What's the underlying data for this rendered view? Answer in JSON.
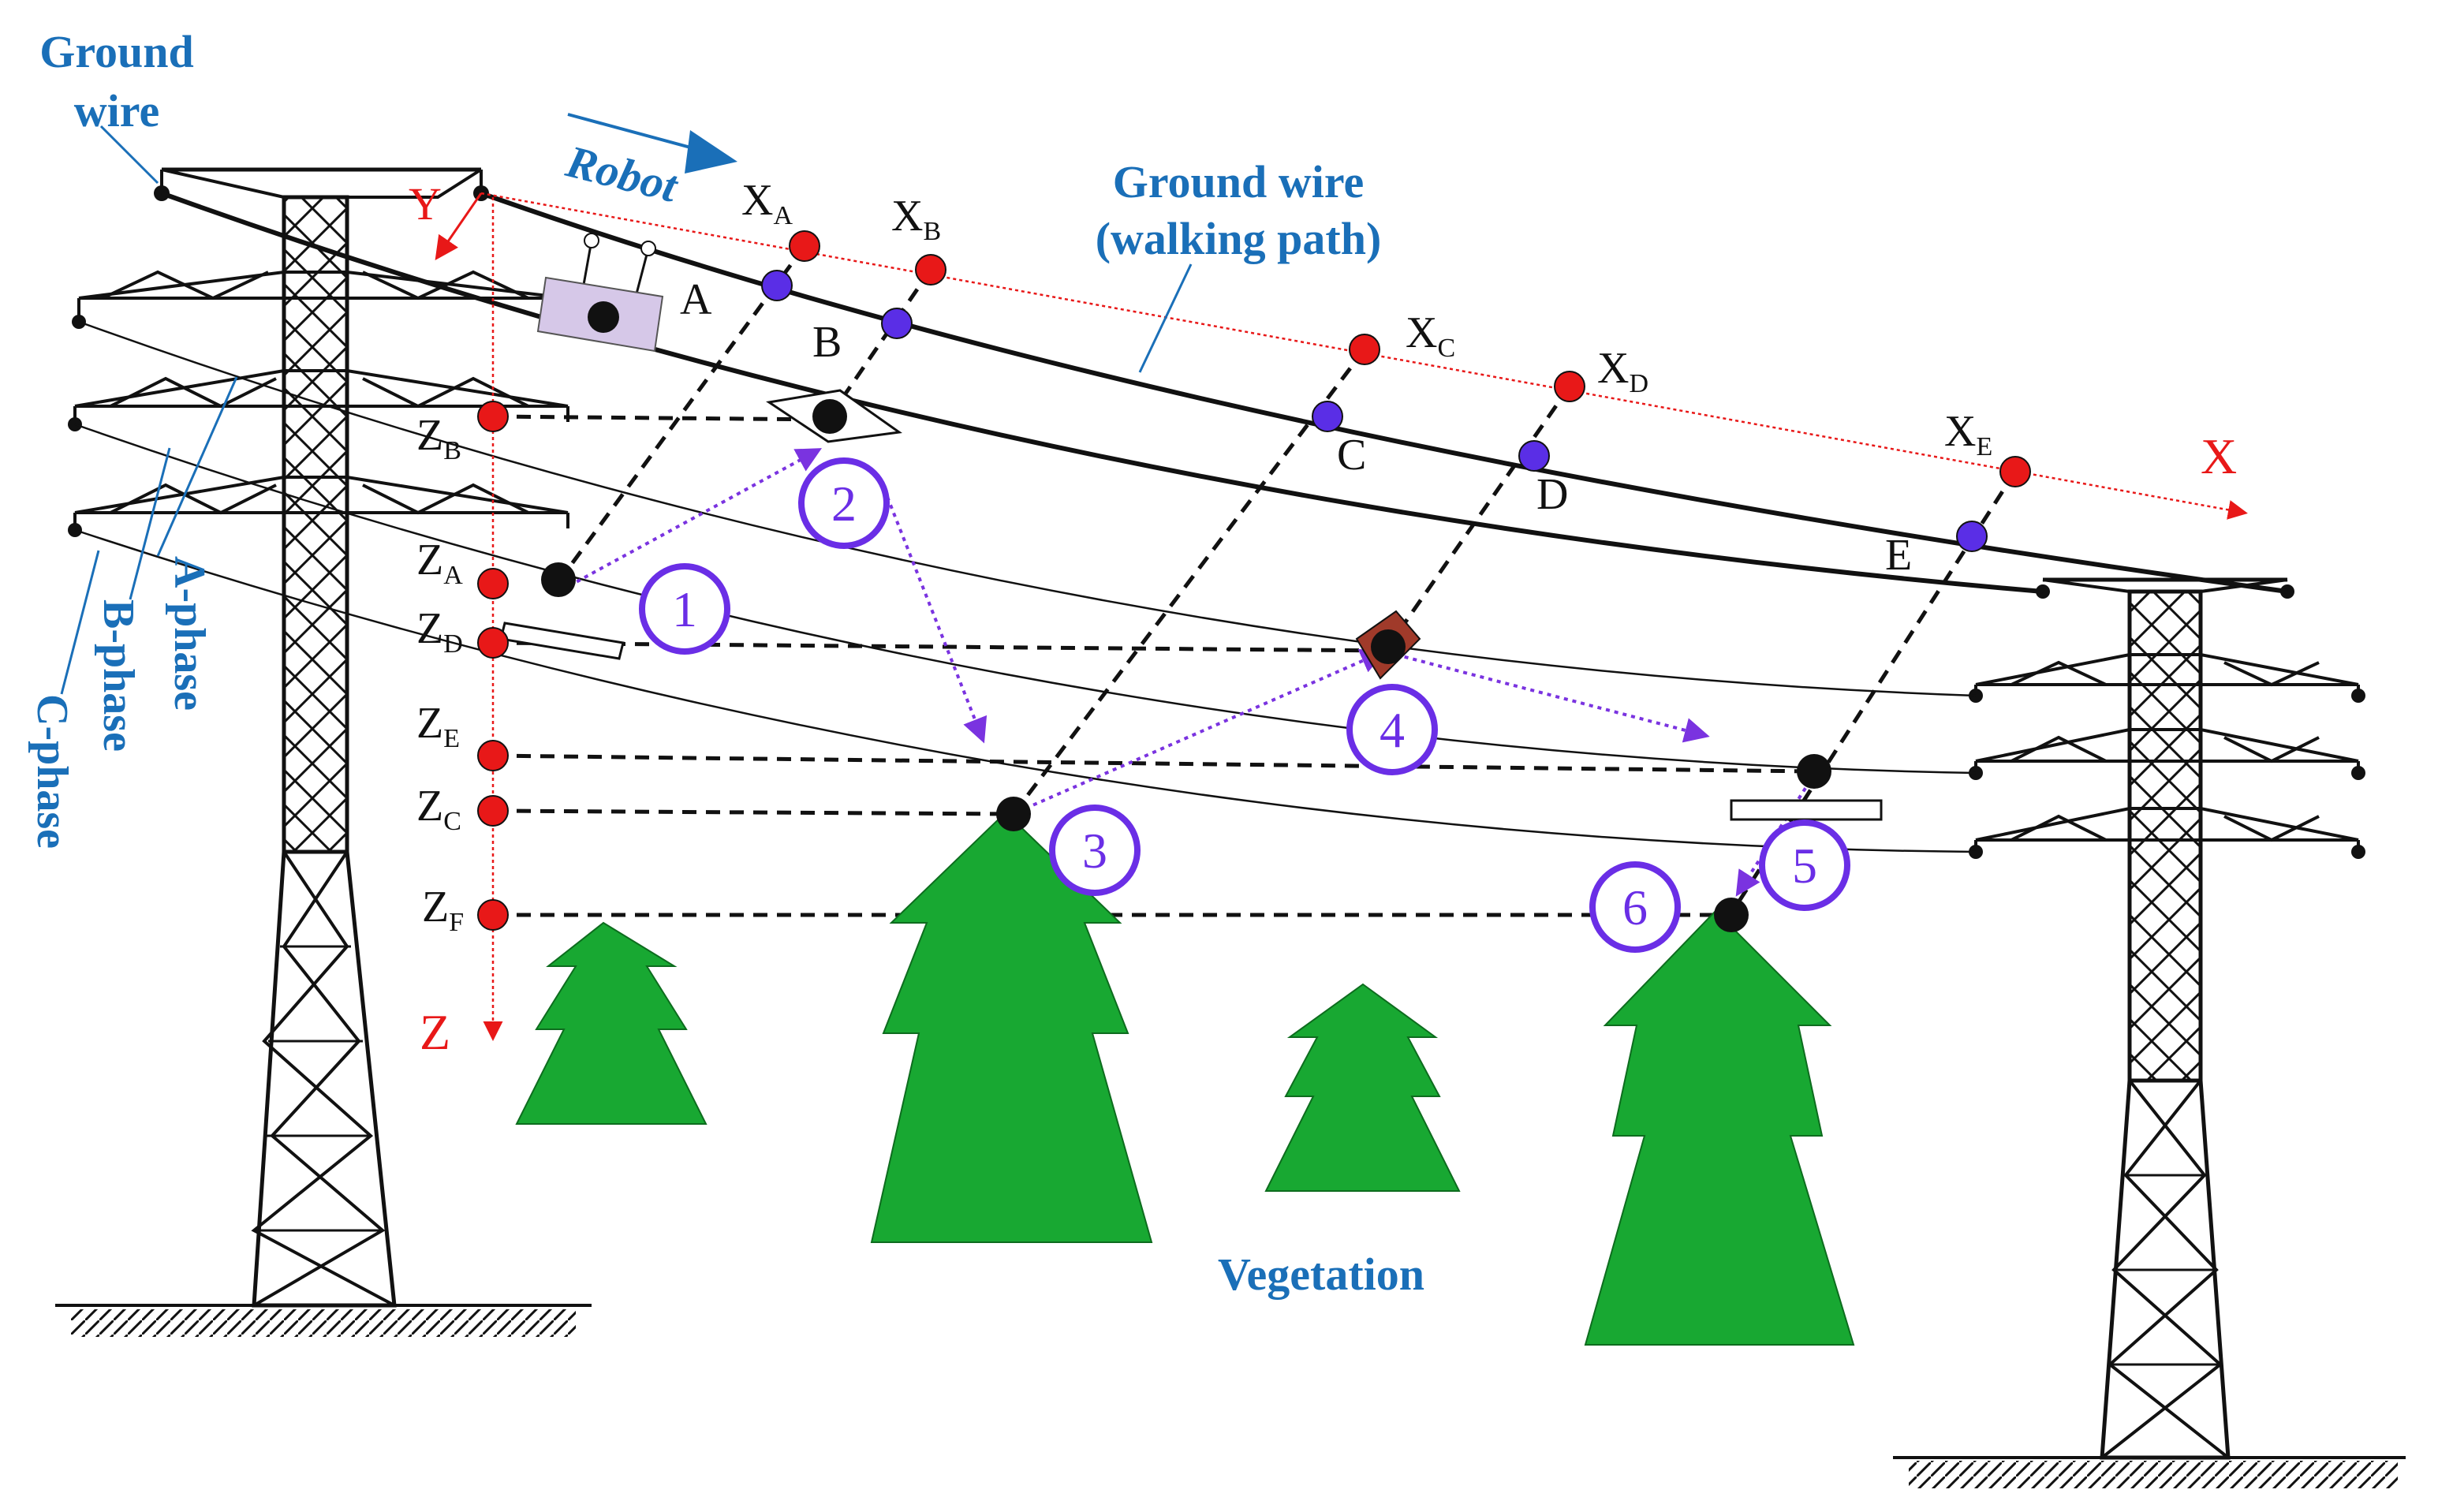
{
  "labels": {
    "ground_wire_top": [
      "Ground",
      "wire"
    ],
    "ground_wire_path": [
      "Ground wire",
      "(walking path)"
    ],
    "robot": "Robot",
    "a_phase": "A-phase",
    "b_phase": "B-phase",
    "c_phase": "C-phase",
    "vegetation": "Vegetation"
  },
  "axes": {
    "x": "X",
    "y": "Y",
    "z": "Z"
  },
  "x_markers": [
    {
      "base": "X",
      "sub": "A"
    },
    {
      "base": "X",
      "sub": "B"
    },
    {
      "base": "X",
      "sub": "C"
    },
    {
      "base": "X",
      "sub": "D"
    },
    {
      "base": "X",
      "sub": "E"
    }
  ],
  "z_markers": [
    {
      "base": "Z",
      "sub": "B"
    },
    {
      "base": "Z",
      "sub": "A"
    },
    {
      "base": "Z",
      "sub": "D"
    },
    {
      "base": "Z",
      "sub": "E"
    },
    {
      "base": "Z",
      "sub": "C"
    },
    {
      "base": "Z",
      "sub": "F"
    }
  ],
  "points": [
    "A",
    "B",
    "C",
    "D",
    "E"
  ],
  "steps": [
    "1",
    "2",
    "3",
    "4",
    "5",
    "6"
  ],
  "colors": {
    "label_blue": "#1a6fb8",
    "axis_red": "#e81818",
    "path_purple": "#7a33e0",
    "node_blue": "#5a2ee6",
    "vegetation_green": "#18a832",
    "robot_body": "#d6c8e8",
    "obstacle_brown": "#a03a2a"
  }
}
